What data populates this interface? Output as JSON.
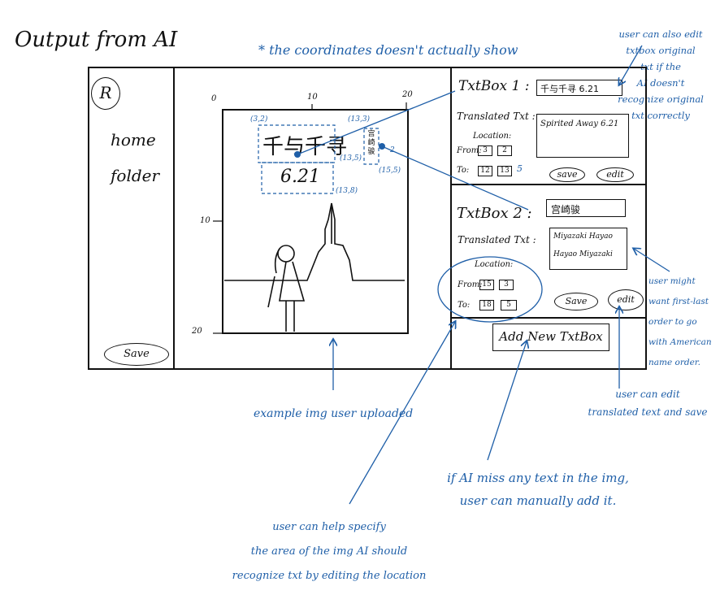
{
  "page_title": "Output from AI",
  "annotations": {
    "coordinates_note": "* the coordinates doesn't actually show",
    "edit_original": [
      "user can also edit",
      "txtbox original",
      "txt if the",
      "AI doesn't",
      "recognize original",
      "txt correctly"
    ],
    "example_img": "example img user uploaded",
    "specify_area": [
      "user can help specify",
      "the area of the img AI should",
      "recognize txt by editing the location"
    ],
    "add_text": [
      "if AI miss any text in the img,",
      "user can manually add it."
    ],
    "edit_translated": [
      "user can edit",
      "translated text and save"
    ],
    "reorder": [
      "user might",
      "want first-last",
      "order to go",
      "with American",
      "name order."
    ]
  },
  "sidebar": {
    "home": "home",
    "folder": "folder",
    "save": "Save",
    "avatar_letter": "R"
  },
  "canvas": {
    "ticks_top": [
      "0",
      "10",
      "20"
    ],
    "ticks_left": [
      "10",
      "20"
    ],
    "text_main": "千与千寻",
    "text_date": "6.21",
    "text_vertical": [
      "宫",
      "崎",
      "骏"
    ],
    "coords": [
      "(3,2)",
      "(13,3)",
      "(13,5)",
      "(13,8)",
      "(15,5)",
      "2"
    ]
  },
  "txtbox1": {
    "label": "TxtBox 1 :",
    "original": "千与千寻 6.21",
    "translated_label": "Translated Txt :",
    "translated": "Spirited Away 6.21",
    "location_label": "Location:",
    "from_label": "From:",
    "from_x": "3",
    "from_y": "2",
    "to_label": "To:",
    "to_x": "12",
    "to_y": "13",
    "to_edit": "5",
    "save": "save",
    "edit": "edit"
  },
  "txtbox2": {
    "label": "TxtBox 2 :",
    "original": "宫崎骏",
    "translated_label": "Translated Txt :",
    "translated_lines": [
      "Miyazaki Hayao",
      "Hayao Miyazaki"
    ],
    "location_label": "Location:",
    "from_label": "From:",
    "from_x": "15",
    "from_y": "3",
    "to_label": "To:",
    "to_x": "18",
    "to_y": "5",
    "save": "Save",
    "edit": "edit"
  },
  "add_button": "Add New TxtBox"
}
